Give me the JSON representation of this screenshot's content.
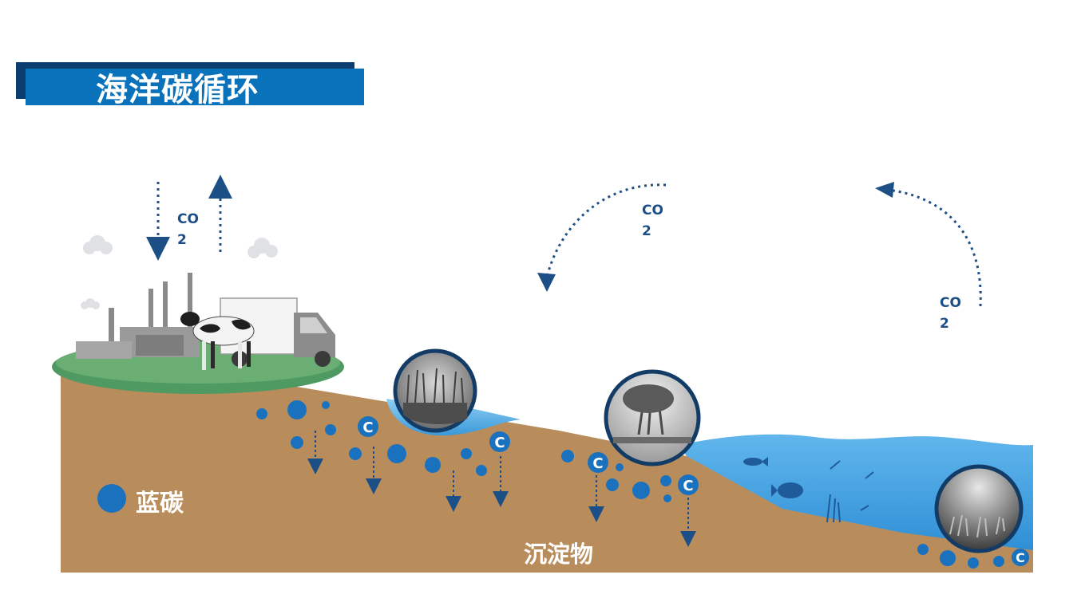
{
  "title": "海洋碳循环",
  "co2_labels": [
    {
      "line1": "CO",
      "line2": "2"
    },
    {
      "line1": "CO",
      "line2": "2"
    },
    {
      "line1": "CO",
      "line2": "2"
    }
  ],
  "legend": {
    "label": "蓝碳"
  },
  "sediment_label": "沉淀物",
  "carbon_symbol": "C",
  "colors": {
    "title_bg": "#0a72bb",
    "title_shadow": "#0d3d6e",
    "soil": "#b98c5c",
    "grass": "#4f9a62",
    "ocean": "#4aa8e4",
    "blue_carbon": "#1a71be",
    "arrow": "#1c4f85"
  }
}
